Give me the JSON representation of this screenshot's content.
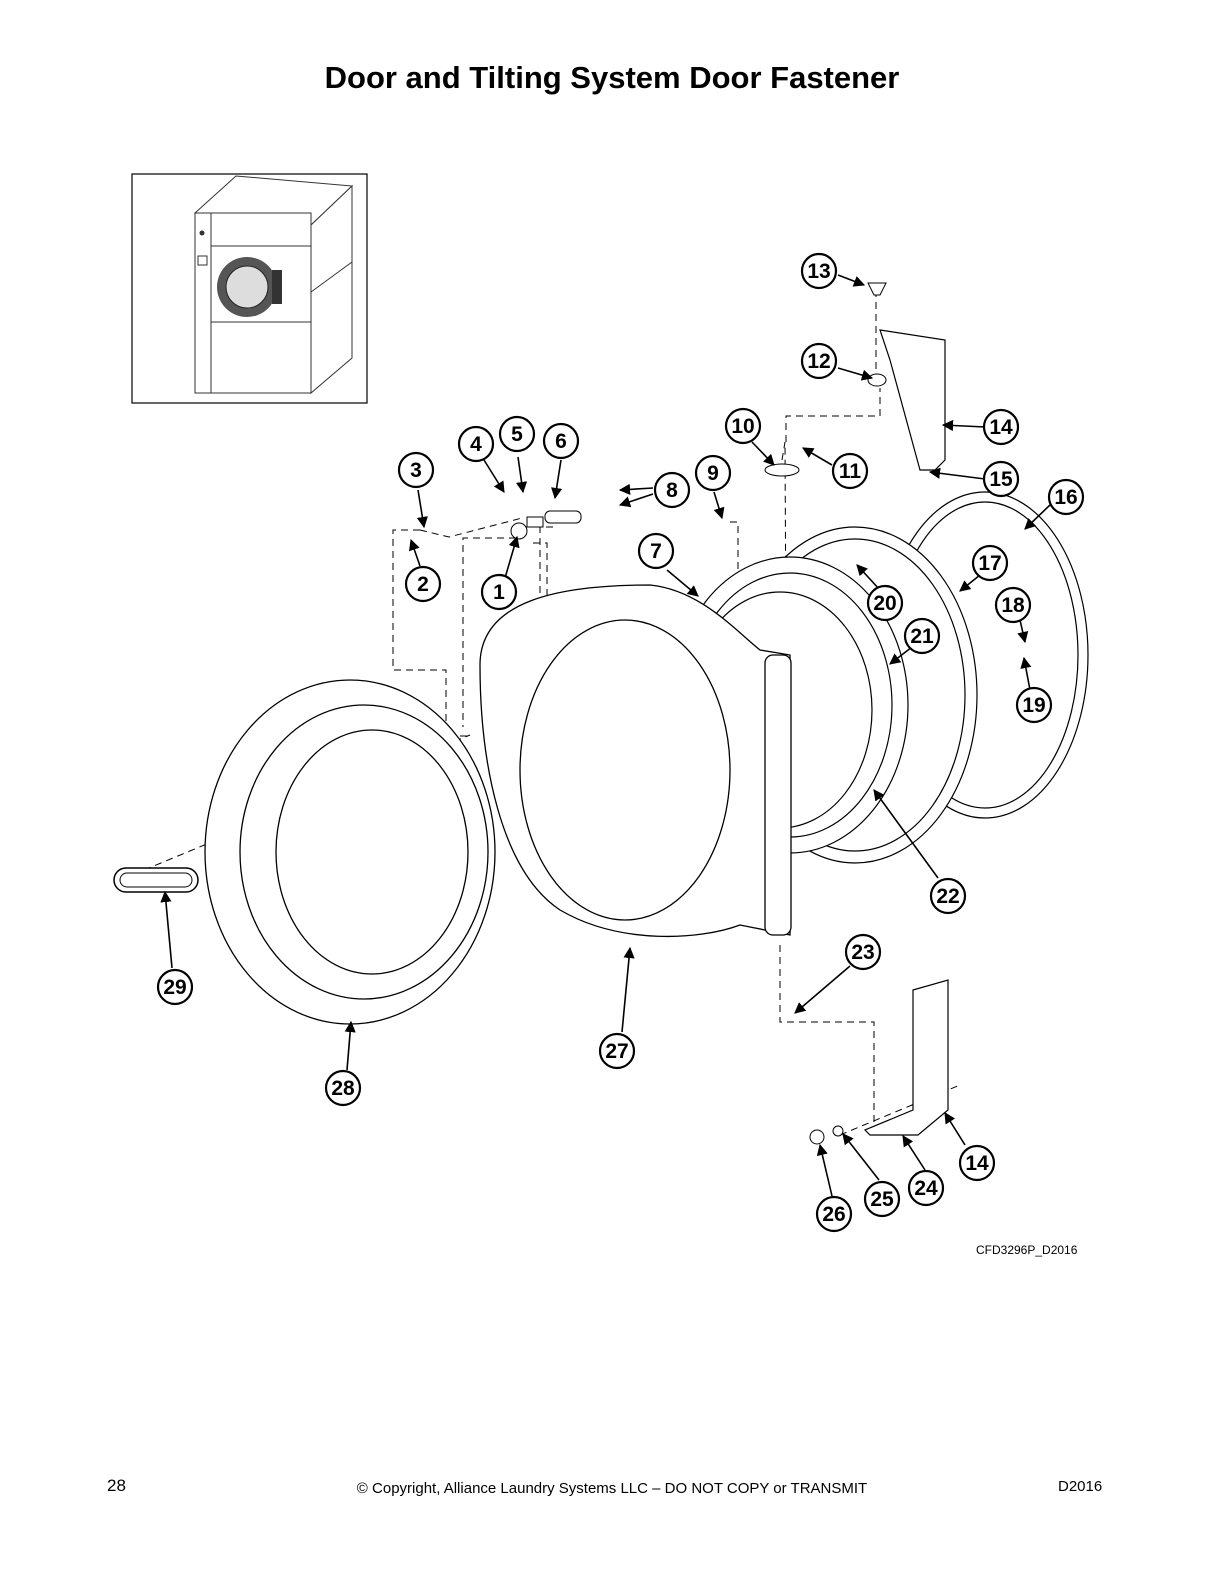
{
  "page": {
    "title": "Door and Tilting System Door Fastener",
    "drawing_code": "CFD3296P_D2016",
    "page_number": "28",
    "copyright": "© Copyright, Alliance Laundry Systems LLC – DO NOT COPY or TRANSMIT",
    "doc_code": "D2016"
  },
  "callouts": [
    "1",
    "2",
    "3",
    "4",
    "5",
    "6",
    "7",
    "8",
    "9",
    "10",
    "11",
    "12",
    "13",
    "14",
    "15",
    "16",
    "17",
    "18",
    "19",
    "20",
    "21",
    "22",
    "23",
    "24",
    "25",
    "26",
    "27",
    "28",
    "29",
    "14"
  ]
}
